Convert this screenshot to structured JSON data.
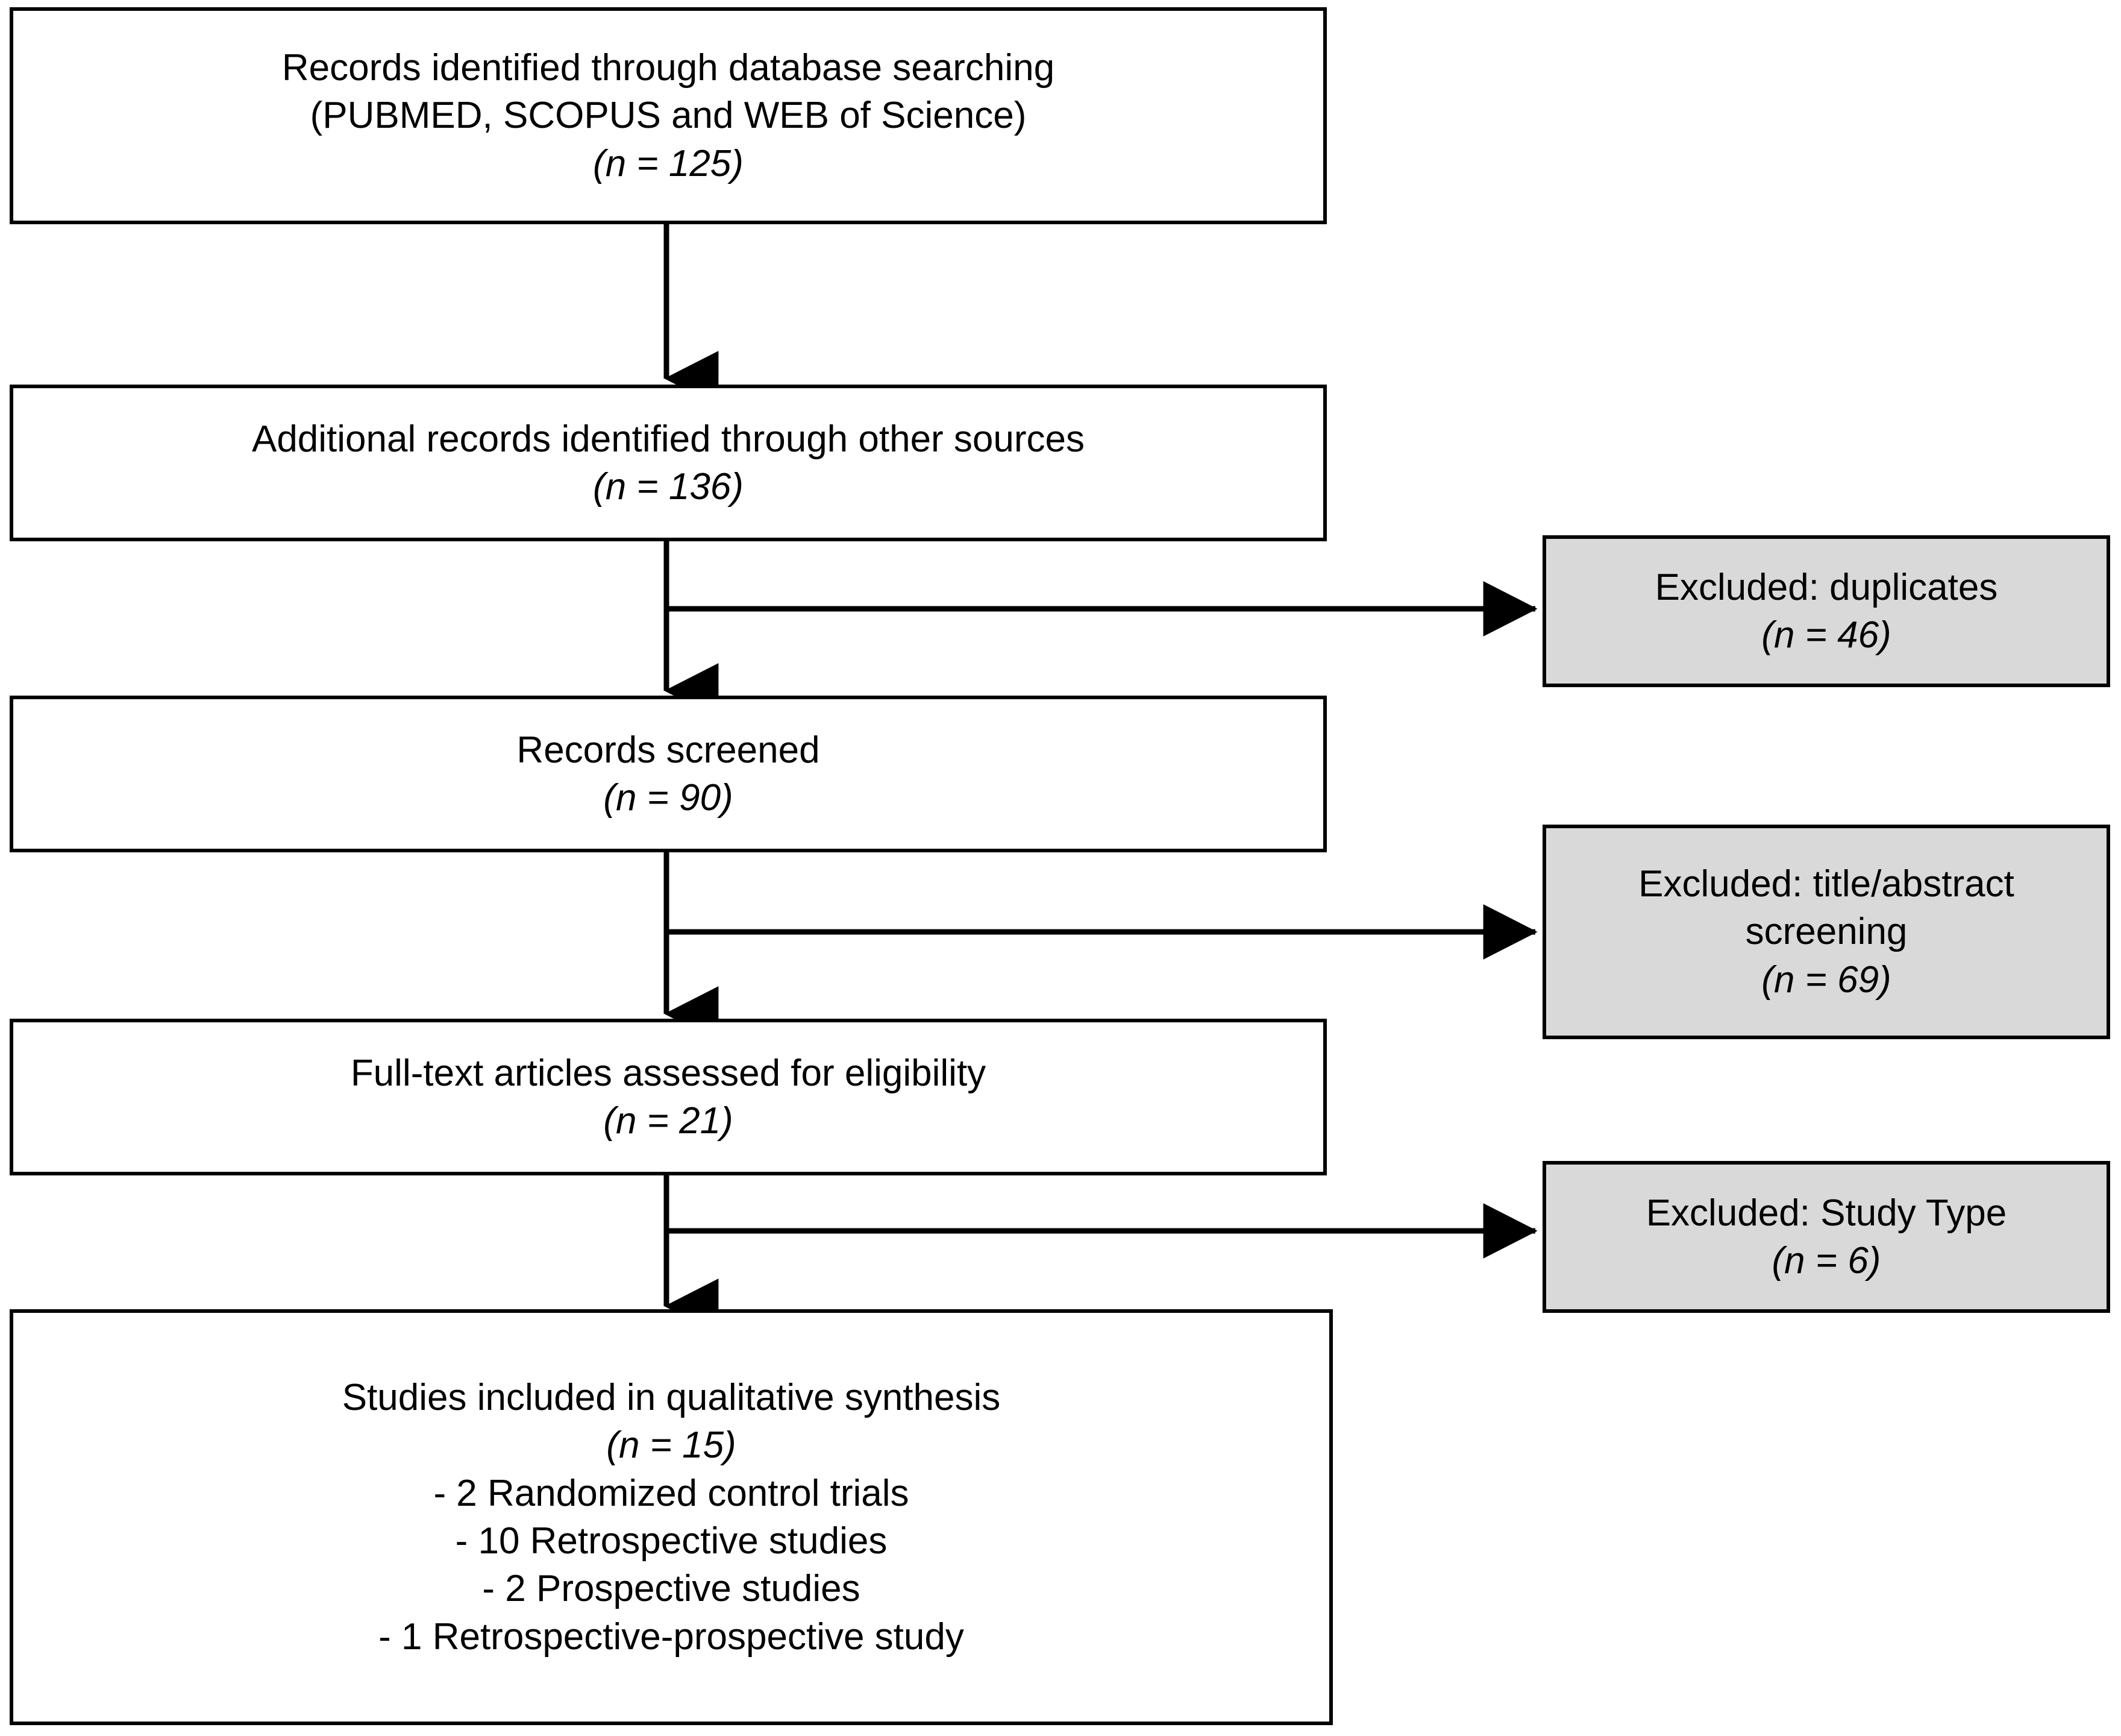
{
  "diagram": {
    "type": "prisma-flow-diagram",
    "background_color": "#ffffff",
    "box_border_color": "#000000",
    "excluded_fill_color": "#d9d9d9",
    "main_fill_color": "#ffffff",
    "arrow_color": "#000000"
  },
  "nodes": {
    "identified": {
      "line1": "Records identified through database searching",
      "line2": "(PUBMED, SCOPUS and WEB of Science)",
      "count": "(n = 125)"
    },
    "additional": {
      "line1": "Additional records identified through other sources",
      "count": "(n = 136)"
    },
    "screened": {
      "line1": "Records screened",
      "count": "(n = 90)"
    },
    "fulltext": {
      "line1": "Full-text articles assessed for eligibility",
      "count": "(n = 21)"
    },
    "included": {
      "line1": "Studies included in qualitative synthesis",
      "count": "(n = 15)",
      "breakdown": [
        "- 2 Randomized control trials",
        "- 10 Retrospective studies",
        "- 2 Prospective studies",
        "- 1 Retrospective-prospective study"
      ]
    }
  },
  "excluded_nodes": {
    "duplicates": {
      "line1": "Excluded: duplicates",
      "count": "(n = 46)"
    },
    "title_abstract": {
      "line1": "Excluded: title/abstract",
      "line2": "screening",
      "count": "(n = 69)"
    },
    "study_type": {
      "line1": "Excluded: Study Type",
      "count": "(n = 6)"
    }
  },
  "chart_data": {
    "type": "diagram",
    "title": "PRISMA flow diagram of study selection",
    "stages": [
      {
        "id": "identified",
        "label": "Records identified through database searching (PUBMED, SCOPUS and WEB of Science)",
        "n": 125
      },
      {
        "id": "additional",
        "label": "Additional records identified through other sources",
        "n": 136
      },
      {
        "id": "screened",
        "label": "Records screened",
        "n": 90
      },
      {
        "id": "fulltext",
        "label": "Full-text articles assessed for eligibility",
        "n": 21
      },
      {
        "id": "included",
        "label": "Studies included in qualitative synthesis",
        "n": 15
      }
    ],
    "exclusions": [
      {
        "id": "duplicates",
        "label": "Excluded: duplicates",
        "n": 46,
        "from": "additional"
      },
      {
        "id": "title_abstract",
        "label": "Excluded: title/abstract screening",
        "n": 69,
        "from": "screened"
      },
      {
        "id": "study_type",
        "label": "Excluded: Study Type",
        "n": 6,
        "from": "fulltext"
      }
    ],
    "included_breakdown": [
      {
        "label": "Randomized control trials",
        "n": 2
      },
      {
        "label": "Retrospective studies",
        "n": 10
      },
      {
        "label": "Prospective studies",
        "n": 2
      },
      {
        "label": "Retrospective-prospective study",
        "n": 1
      }
    ]
  }
}
